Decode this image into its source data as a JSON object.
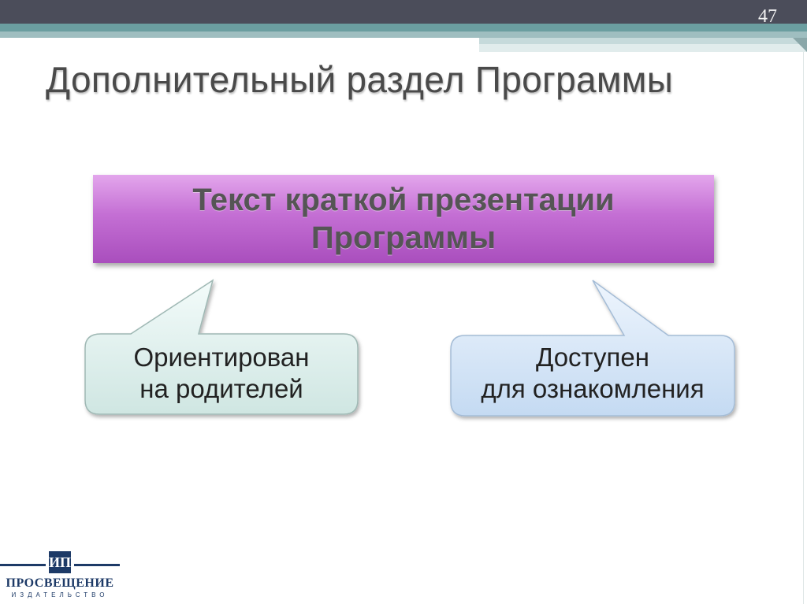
{
  "slide": {
    "number": "47",
    "title": "Дополнительный раздел Программы"
  },
  "main_box": {
    "line1": "Текст краткой презентации",
    "line2": "Программы"
  },
  "bubble_left": {
    "line1": "Ориентирован",
    "line2": "на родителей"
  },
  "bubble_right": {
    "line1": "Доступен",
    "line2": "для ознакомления"
  },
  "logo": {
    "mark": "ИП",
    "name": "ПРОСВЕЩЕНИЕ",
    "subtitle": "ИЗДАТЕЛЬСТВО"
  },
  "colors": {
    "top_bar": "#4b4d5a",
    "stripe": "#6b9ea0",
    "main_box": "#c46fd4",
    "bubble_left": "#dff0ee",
    "bubble_right": "#d7e6f7",
    "logo": "#1d3a67"
  }
}
